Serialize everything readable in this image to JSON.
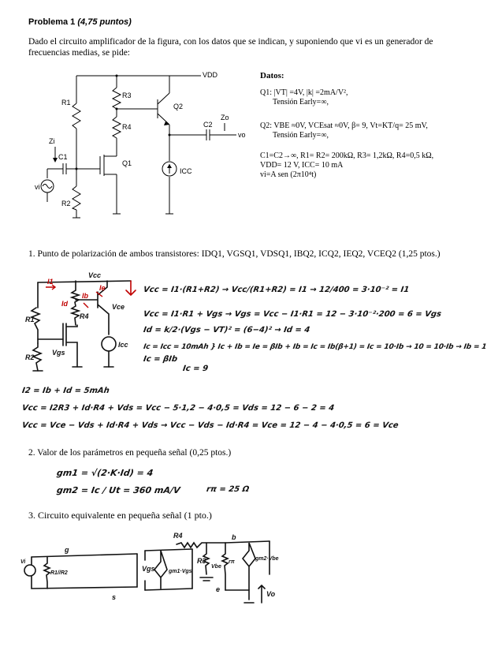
{
  "problem": {
    "number_label": "Problema 1",
    "points_label": "(4,75  puntos)",
    "intro": "Dado el circuito amplificador de la figura, con  los datos que se indican, y suponiendo que vi es  un generador de frecuencias medias, se pide:"
  },
  "circuit_labels": {
    "vdd": "VDD",
    "r1": "R1",
    "r3": "R3",
    "r4": "R4",
    "r2": "R2",
    "q1": "Q1",
    "q2": "Q2",
    "zi": "Zi",
    "zo": "Zo",
    "c1": "C1",
    "c2": "C2",
    "vi": "vi",
    "vo": "vo",
    "icc": "ICC"
  },
  "datos": {
    "title": "Datos:",
    "q1_line1": "Q1: |VT| =4V, |k| =2mA/V², ",
    "q1_line2": "Tensión   Early=∞,",
    "q2_line1": "Q2: VBE ≈0V, VCEsat ≈0V,  β= 9, Vt=KT/q= 25 mV,",
    "q2_line2": "Tensión Early=∞,",
    "c_line": "C1=C2→∞, R1= R2= 200kΩ, R3= 1,2kΩ, R4=0,5 kΩ,",
    "vdd_line": "VDD= 12 V, ICC= 10 mA",
    "vi_line": "vi=A sen (2π10⁴t)"
  },
  "questions": {
    "q1": "1.   Punto de polarización de ambos transistores: IDQ1, VGSQ1, VDSQ1, IBQ2, ICQ2, IEQ2, VCEQ2 (1,25 ptos.)",
    "q2": "2.   Valor de los parámetros en pequeña señal (0,25 ptos.)",
    "q3": "3.   Circuito equivalente en pequeña señal (1 pto.)"
  },
  "handwriting": {
    "line1": "Vcc = I1·(R1+R2) → Vcc/(R1+R2) = I1 → 12/400 = 3·10⁻² = I1",
    "line2": "Vcc = I1·R1 + Vgs  →  Vgs = Vcc − I1·R1 = 12 − 3·10⁻²·200 = 6 = Vgs",
    "line3": "Id = k/2·(Vgs − VT)² = (6−4)² → Id = 4",
    "line4": "Ic = Icc = 10mAh } Ic + Ib = Ie = βIb + Ib = Ic = Ib(β+1) = Ic = 10·Ib  →  10 = 10·Ib → Ib = 1",
    "line5": "Ic = βIb",
    "line6": "Ic = 9",
    "line7": "I2 = Ib + Id = 5mAh",
    "line8": "Vcc = I2R3 + Id·R4 + Vds = Vcc − 5·1,2 − 4·0,5 = Vds = 12 − 6 − 2 = 4",
    "line9": "Vcc = Vce − Vds + Id·R4 + Vds → Vcc − Vds − Id·R4 = Vce = 12 − 4 − 4·0,5 = 6 = Vce",
    "gm1": "gm1 = √(2·K·Id)   = 4",
    "gm2": "gm2 = Ic / Ut = 360 mA/V",
    "rpi": "rπ = 25 Ω"
  },
  "sketch_labels": {
    "vcc": "Vcc",
    "i1": "I1",
    "ib": "Ib",
    "id": "Id",
    "ie": "Ie",
    "r1": "R1",
    "r2": "R2",
    "r4": "R4",
    "vce": "Vce",
    "vgs": "Vgs",
    "icc": "Icc",
    "g": "g",
    "s": "s",
    "b": "b",
    "e": "e",
    "r4b": "R4",
    "r3": "R3",
    "vgs2": "Vgs",
    "gm1vgs": "gm1·Vgs",
    "vbe": "Vbe",
    "rpi2": "rπ",
    "gm2vbe": "gm2·Vbe",
    "vo": "Vo",
    "vi": "Vi",
    "r1r2": "R1//R2"
  }
}
